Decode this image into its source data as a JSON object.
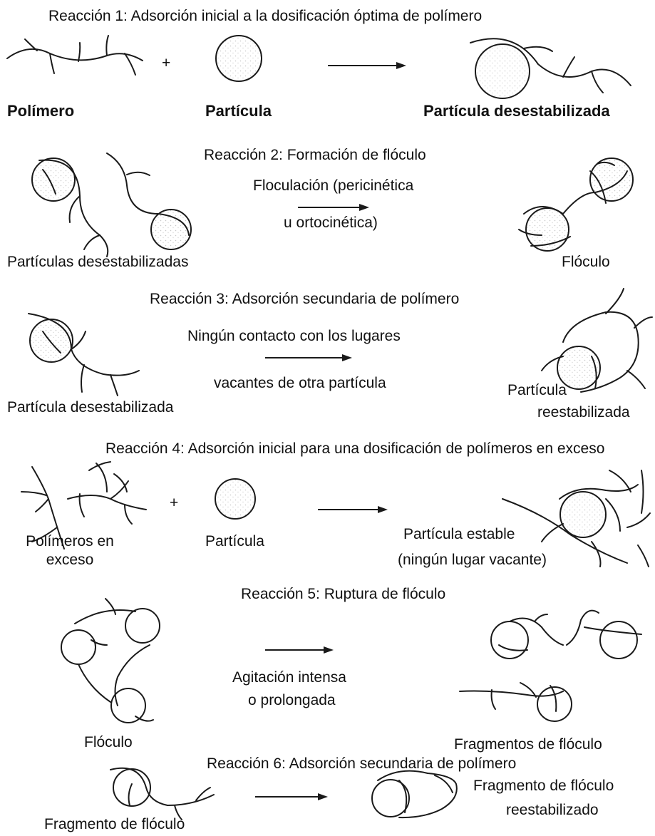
{
  "r1": {
    "title": "Reacción 1: Adsorción inicial a la dosificación óptima de polímero",
    "plus": "+",
    "polymer": "Polímero",
    "particle": "Partícula",
    "product": "Partícula desestabilizada"
  },
  "r2": {
    "title": "Reacción 2: Formación de flóculo",
    "reactant": "Partículas desestabilizadas",
    "condition_1": "Floculación (pericinética",
    "condition_2": "u ortocinética)",
    "product": "Flóculo"
  },
  "r3": {
    "title": "Reacción 3: Adsorción secundaria de polímero",
    "reactant": "Partícula desestabilizada",
    "condition_1": "Ningún contacto con los lugares",
    "condition_2": "vacantes de otra partícula",
    "product_1": "Partícula",
    "product_2": "reestabilizada"
  },
  "r4": {
    "title": "Reacción 4: Adsorción inicial para una dosificación de polímeros en exceso",
    "plus": "+",
    "polymers_1": "Polímeros en",
    "polymers_2": "exceso",
    "particle": "Partícula",
    "product_1": "Partícula estable",
    "product_2": "(ningún lugar vacante)"
  },
  "r5": {
    "title": "Reacción 5: Ruptura de flóculo",
    "reactant": "Flóculo",
    "condition_1": "Agitación intensa",
    "condition_2": "o prolongada",
    "product": "Fragmentos de flóculo"
  },
  "r6": {
    "title": "Reacción 6: Adsorción secundaria de polímero",
    "reactant": "Fragmento de flóculo",
    "product_1": "Fragmento de flóculo",
    "product_2": "reestabilizado"
  }
}
